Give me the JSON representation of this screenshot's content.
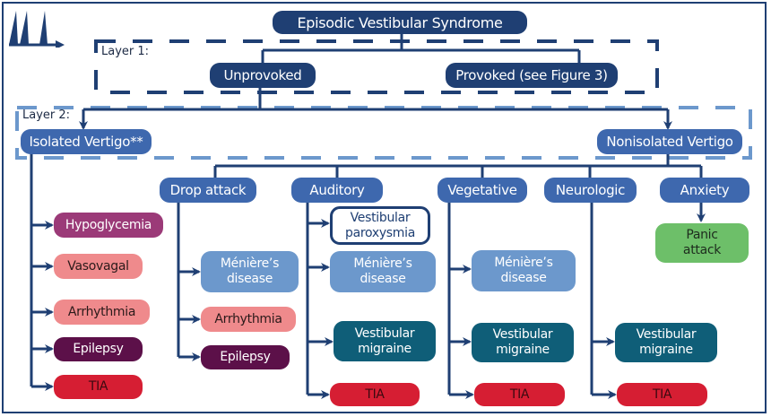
{
  "title": "Episodic Vestibular Syndrome",
  "logo_icon": "vertigo-spikes-icon",
  "layers": {
    "layer1_label": "Layer 1:",
    "layer2_label": "Layer 2:"
  },
  "layer1": {
    "unprovoked": "Unprovoked",
    "provoked": "Provoked (see Figure 3)"
  },
  "layer2": {
    "isolated": "Isolated Vertigo**",
    "nonisolated": "Nonisolated Vertigo"
  },
  "isolated_children": [
    "Hypoglycemia",
    "Vasovagal",
    "Arrhythmia",
    "Epilepsy",
    "TIA"
  ],
  "categories": {
    "drop_attack": {
      "label": "Drop attack",
      "children": [
        "Ménière’s disease",
        "Arrhythmia",
        "Epilepsy"
      ]
    },
    "auditory": {
      "label": "Auditory",
      "children": [
        "Vestibular paroxysmia",
        "Ménière’s disease",
        "Vestibular migraine",
        "TIA"
      ]
    },
    "vegetative": {
      "label": "Vegetative",
      "children": [
        "Ménière’s disease",
        "Vestibular migraine",
        "TIA"
      ]
    },
    "neurologic": {
      "label": "Neurologic",
      "children": [
        "Vestibular migraine",
        "TIA"
      ]
    },
    "anxiety": {
      "label": "Anxiety",
      "children": [
        "Panic attack"
      ]
    }
  },
  "colors": {
    "dark_navy": "#1f3f73",
    "mid_blue": "#3e68ae",
    "light_blue": "#6c98cc",
    "purple": "#9b3a78",
    "pink": "#ef8a8c",
    "plum": "#5c1049",
    "red": "#d61e33",
    "teal": "#0f5e78",
    "green": "#6dbf69"
  }
}
